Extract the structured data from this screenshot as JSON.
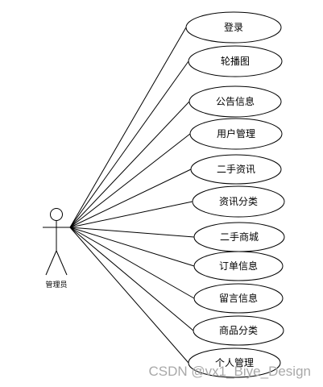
{
  "actor": {
    "label": "管理员"
  },
  "use_cases": [
    {
      "label": "登录"
    },
    {
      "label": "轮播图"
    },
    {
      "label": "公告信息"
    },
    {
      "label": "用户管理"
    },
    {
      "label": "二手资讯"
    },
    {
      "label": "资讯分类"
    },
    {
      "label": "二手商城"
    },
    {
      "label": "订单信息"
    },
    {
      "label": "留言信息"
    },
    {
      "label": "商品分类"
    },
    {
      "label": "个人管理"
    }
  ],
  "watermark": "CSDN @vx1_Biye_Design",
  "colors": {
    "stroke": "#000000",
    "background": "#ffffff",
    "watermark": "#a9a9a9"
  }
}
